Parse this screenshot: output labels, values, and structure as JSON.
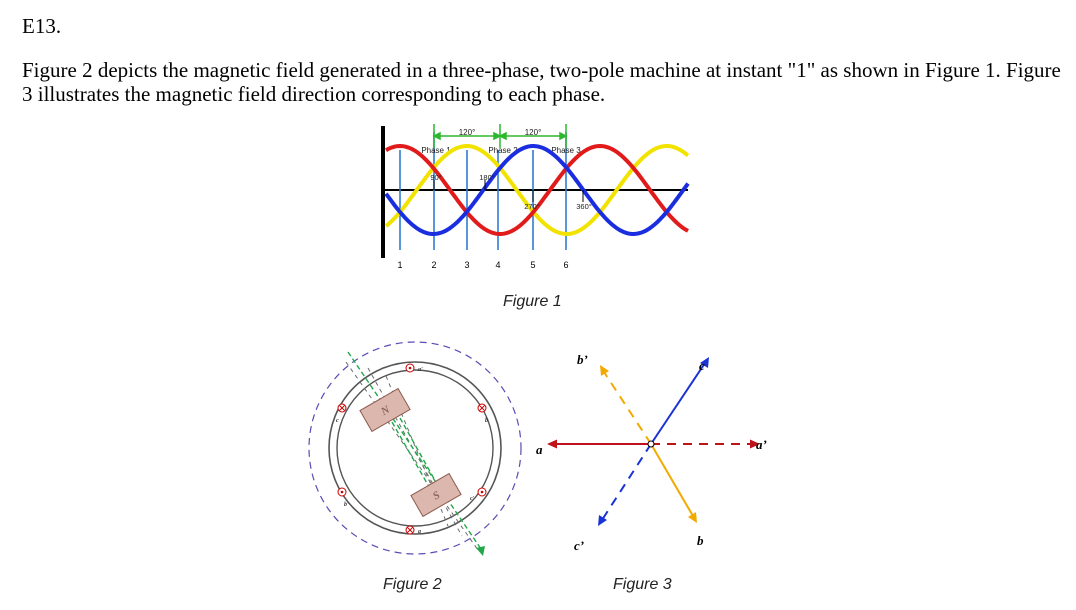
{
  "problem": {
    "id": "E13.",
    "text": "Figure 2 depicts the magnetic field generated in a three-phase, two-pole machine at instant \"1\" as shown in Figure 1. Figure 3 illustrates the magnetic field direction corresponding to each phase."
  },
  "figure1": {
    "caption": "Figure 1",
    "span_labels": [
      "120°",
      "120°"
    ],
    "phase_labels": [
      "Phase 1",
      "Phase 2",
      "Phase 3"
    ],
    "angle_labels": [
      "90°",
      "180°",
      "270°",
      "360°"
    ],
    "instants": [
      "1",
      "2",
      "3",
      "4",
      "5",
      "6"
    ],
    "colors": {
      "phase_red": "#e11b1b",
      "phase_yellow": "#f2e200",
      "phase_blue": "#1a2ee0",
      "marker_line": "#2e7fd0",
      "span_green": "#2db82d"
    }
  },
  "figure2": {
    "caption": "Figure 2",
    "north_pole": "N",
    "south_pole": "S",
    "coil_labels": [
      "a'",
      "b",
      "c'",
      "a",
      "b'",
      "c"
    ],
    "colors": {
      "pole": "#dcb7ae",
      "field_arrow": "#22a84a",
      "stator": "#555555"
    }
  },
  "figure3": {
    "caption": "Figure 3",
    "axis_labels": {
      "b_prime": "b’",
      "c": "c",
      "a": "a",
      "a_prime": "a’",
      "b": "b",
      "c_prime": "c’"
    },
    "colors": {
      "a_axis": "#c0121b",
      "b_axis": "#f2a900",
      "c_axis": "#1a33d6"
    }
  }
}
